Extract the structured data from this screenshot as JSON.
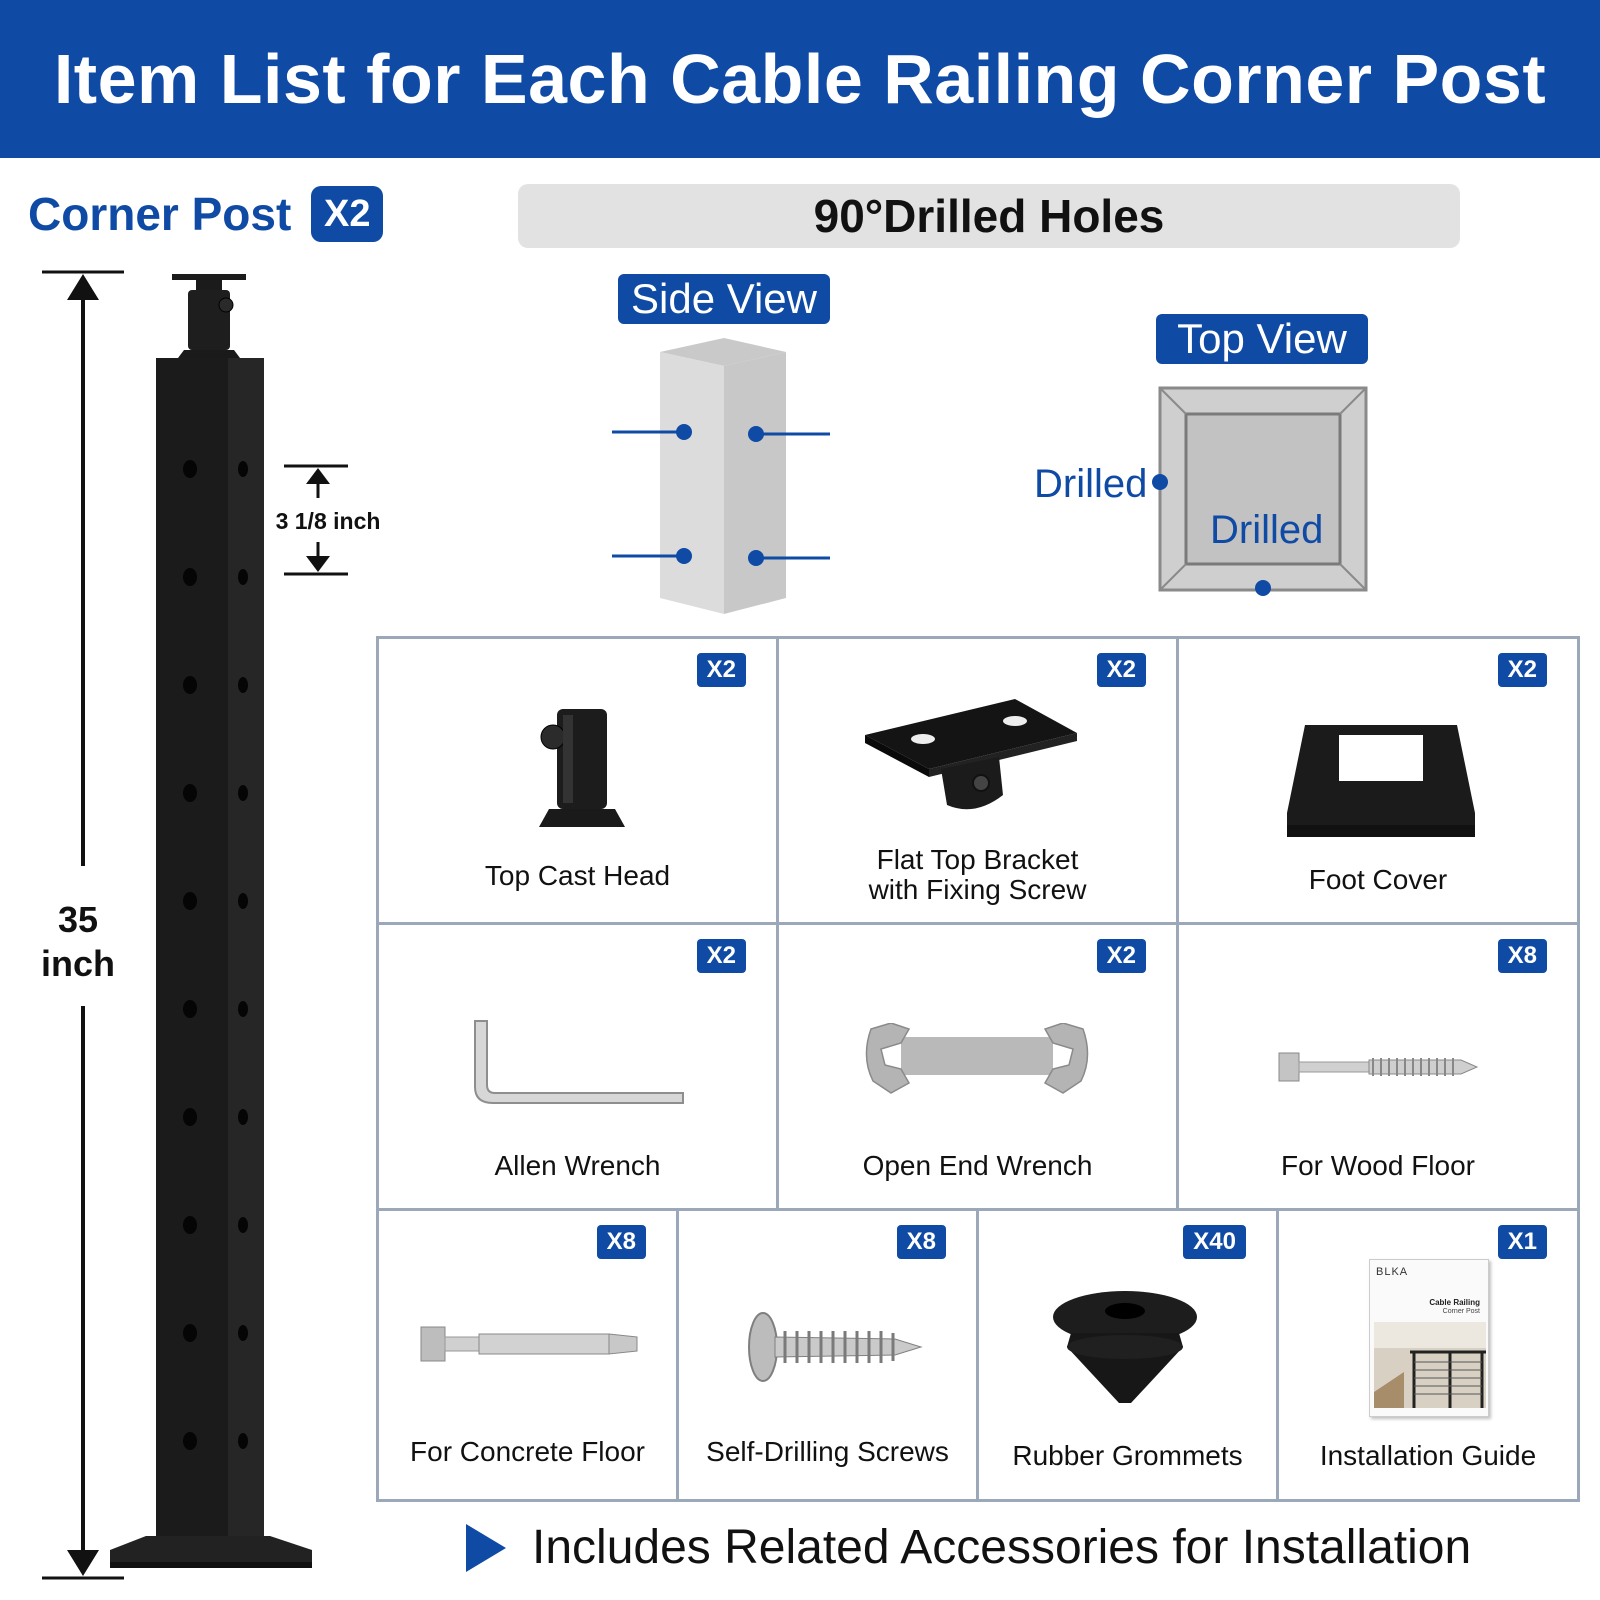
{
  "header": {
    "title": "Item List for Each Cable Railing Corner Post"
  },
  "corner_post": {
    "label": "Corner Post",
    "qty": "X2",
    "height": "35 inch",
    "spacing": "3 1/8 inch"
  },
  "holes": {
    "title": "90°Drilled Holes",
    "side_view": "Side View",
    "top_view": "Top View",
    "drilled_left": "Drilled",
    "drilled_inner": "Drilled"
  },
  "items": [
    {
      "name": "Top Cast Head",
      "qty": "X2",
      "icon": "top-cast-head-icon"
    },
    {
      "name_line1": "Flat Top Bracket",
      "name_line2": "with Fixing Screw",
      "qty": "X2",
      "icon": "flat-top-bracket-icon"
    },
    {
      "name": "Foot Cover",
      "qty": "X2",
      "icon": "foot-cover-icon"
    },
    {
      "name": "Allen Wrench",
      "qty": "X2",
      "icon": "allen-wrench-icon"
    },
    {
      "name": "Open End Wrench",
      "qty": "X2",
      "icon": "open-end-wrench-icon"
    },
    {
      "name": "For Wood Floor",
      "qty": "X8",
      "icon": "lag-screw-icon"
    },
    {
      "name": "For Concrete Floor",
      "qty": "X8",
      "icon": "anchor-bolt-icon"
    },
    {
      "name": "Self-Drilling Screws",
      "qty": "X8",
      "icon": "self-drilling-screw-icon"
    },
    {
      "name": "Rubber Grommets",
      "qty": "X40",
      "icon": "rubber-grommet-icon"
    },
    {
      "name": "Installation Guide",
      "qty": "X1",
      "icon": "installation-guide-icon"
    }
  ],
  "guide_cover": {
    "brand": "BLKA",
    "title_line1": "Cable Railing",
    "title_line2": "Corner Post"
  },
  "footer": {
    "text": "Includes Related Accessories for Installation"
  },
  "colors": {
    "brand_blue": "#0f4aa5",
    "grid_border": "#9aa8ba",
    "post_black": "#1b1b1b"
  }
}
